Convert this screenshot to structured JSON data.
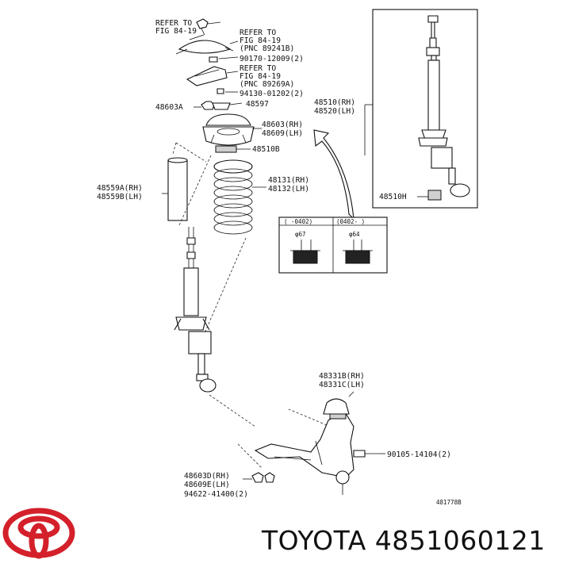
{
  "labels": {
    "ref_top_1": "REFER TO",
    "ref_top_2": "FIG 84-19",
    "ref_mid_1": "REFER TO",
    "ref_mid_2": "FIG 84-19",
    "ref_mid_3": "(PNC 89241B)",
    "p_90170": "90170-12009(2)",
    "ref_low_1": "REFER TO",
    "ref_low_2": "FIG 84-19",
    "ref_low_3": "(PNC 89269A)",
    "p_94130": "94130-01202(2)",
    "p_48603A": "48603A",
    "p_48597": "48597",
    "p_48603": "48603(RH)",
    "p_48609": "48609(LH)",
    "p_48510B": "48510B",
    "p_48510": "48510(RH)",
    "p_48520": "48520(LH)",
    "p_48559A": "48559A(RH)",
    "p_48559B": "48559B(LH)",
    "p_48131": "48131(RH)",
    "p_48132": "48132(LH)",
    "p_48510H": "48510H",
    "inset_left_hdr": "(  -0402)",
    "inset_right_hdr": "(0402-  )",
    "inset_left_dim": "φ67",
    "inset_right_dim": "φ64",
    "p_48331B": "48331B(RH)",
    "p_48331C": "48331C(LH)",
    "p_90105": "90105-14104(2)",
    "p_48603D": "48603D(RH)",
    "p_48609E": "48609E(LH)",
    "p_94622": "94622-41400(2)",
    "fig_no": "481778B"
  },
  "brand": {
    "text": "TOYOTA 4851060121",
    "logo_color": "#d4202a"
  }
}
